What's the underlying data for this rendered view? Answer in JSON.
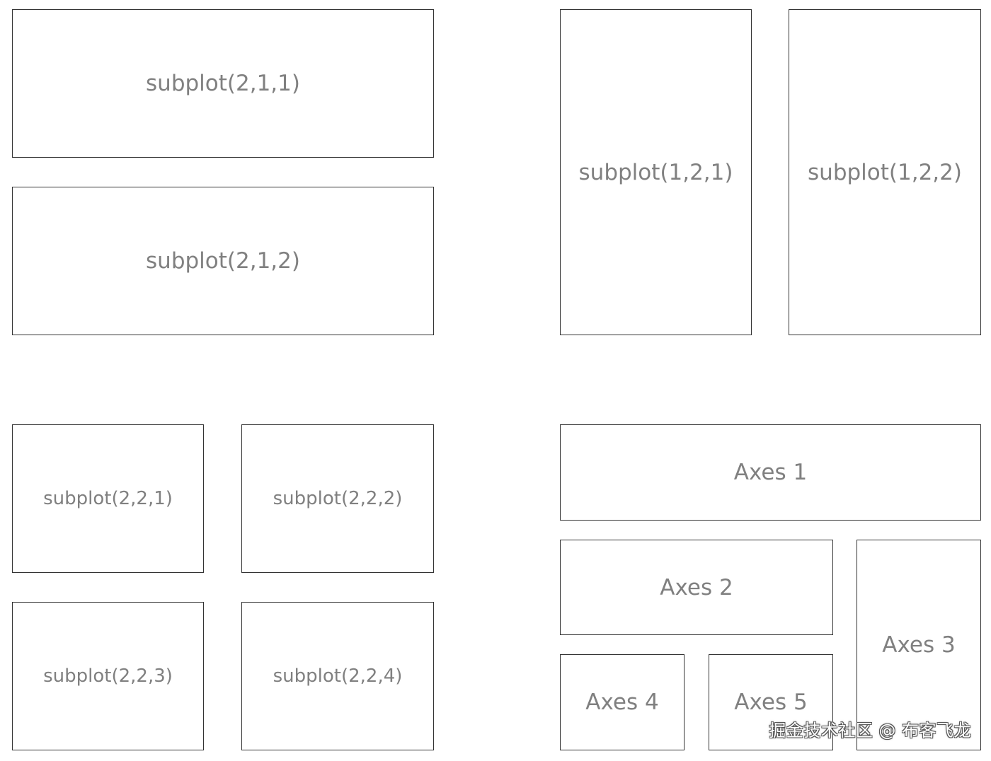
{
  "figures": {
    "top_left": {
      "panels": [
        {
          "label": "subplot(2,1,1)"
        },
        {
          "label": "subplot(2,1,2)"
        }
      ]
    },
    "top_right": {
      "panels": [
        {
          "label": "subplot(1,2,1)"
        },
        {
          "label": "subplot(1,2,2)"
        }
      ]
    },
    "bottom_left": {
      "panels": [
        {
          "label": "subplot(2,2,1)"
        },
        {
          "label": "subplot(2,2,2)"
        },
        {
          "label": "subplot(2,2,3)"
        },
        {
          "label": "subplot(2,2,4)"
        }
      ]
    },
    "bottom_right": {
      "panels": [
        {
          "label": "Axes 1"
        },
        {
          "label": "Axes 2"
        },
        {
          "label": "Axes 3"
        },
        {
          "label": "Axes 4"
        },
        {
          "label": "Axes 5"
        }
      ]
    }
  },
  "watermark": {
    "text": "掘金技术社区 @ 布客飞龙"
  },
  "colors": {
    "border": "#333333",
    "label": "#808080",
    "background": "#ffffff"
  }
}
